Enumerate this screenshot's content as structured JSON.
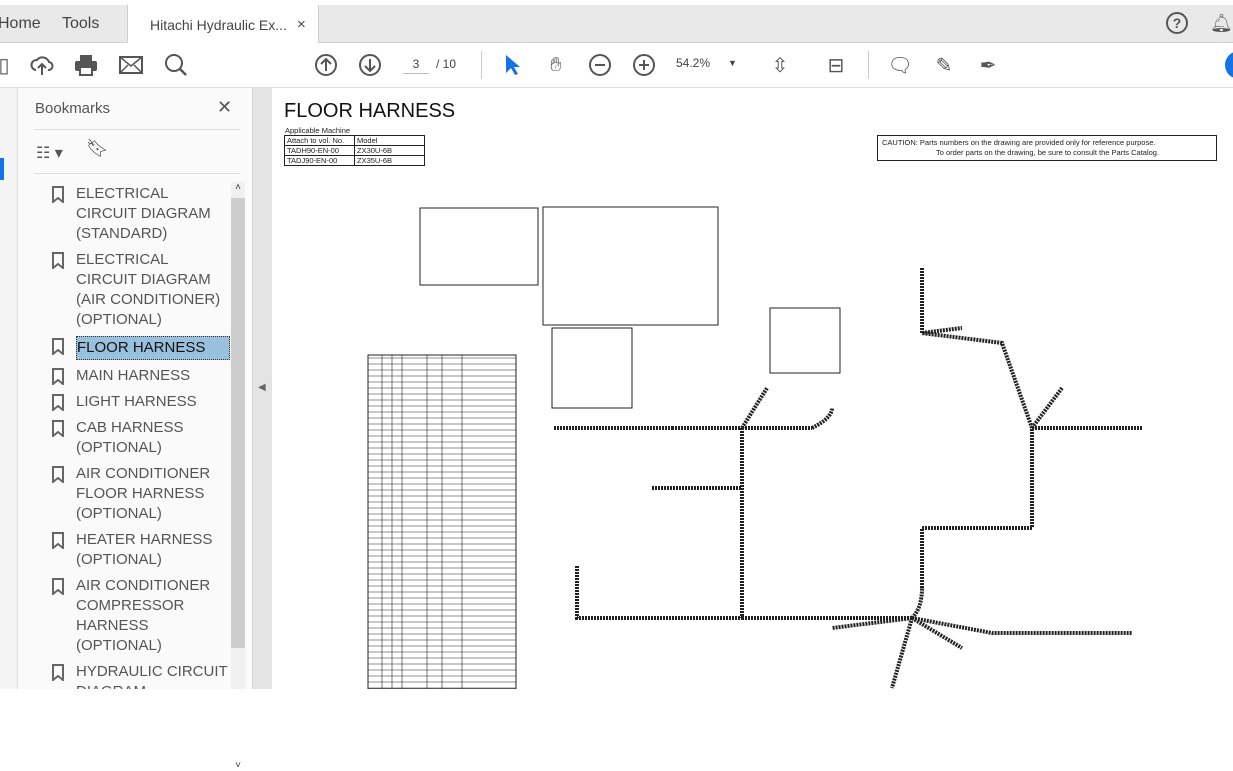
{
  "tabs": {
    "home": "Home",
    "tools": "Tools",
    "document": "Hitachi Hydraulic Ex...",
    "close": "×"
  },
  "toolbar": {
    "page_current": "3",
    "page_total": "/ 10",
    "zoom": "54.2%"
  },
  "bookmarks": {
    "title": "Bookmarks",
    "close": "✕",
    "items": [
      "ELECTRICAL CIRCUIT DIAGRAM (STANDARD)",
      "ELECTRICAL CIRCUIT DIAGRAM (AIR CONDITIONER) (OPTIONAL)",
      "FLOOR HARNESS",
      "MAIN HARNESS",
      "LIGHT HARNESS",
      "CAB HARNESS (OPTIONAL)",
      "AIR CONDITIONER FLOOR HARNESS (OPTIONAL)",
      "HEATER HARNESS (OPTIONAL)",
      "AIR CONDITIONER COMPRESSOR HARNESS (OPTIONAL)",
      "HYDRAULIC CIRCUIT DIAGRAM"
    ],
    "selected_index": 2
  },
  "document": {
    "title": "FLOOR HARNESS",
    "applicable": "Applicable Machine",
    "table": {
      "headers": [
        "Attach to vol. No.",
        "Model"
      ],
      "rows": [
        [
          "TADH90-EN-00",
          "ZX30U-6B"
        ],
        [
          "TADJ90-EN-00",
          "ZX35U-6B"
        ]
      ]
    },
    "caution_line1": "CAUTION: Parts numbers on the drawing are provided only for reference purpose.",
    "caution_line2": "To order parts on the drawing, be sure to consult the Parts Catalog."
  },
  "colors": {
    "accent": "#1473e6",
    "selection": "#99c0dc"
  }
}
